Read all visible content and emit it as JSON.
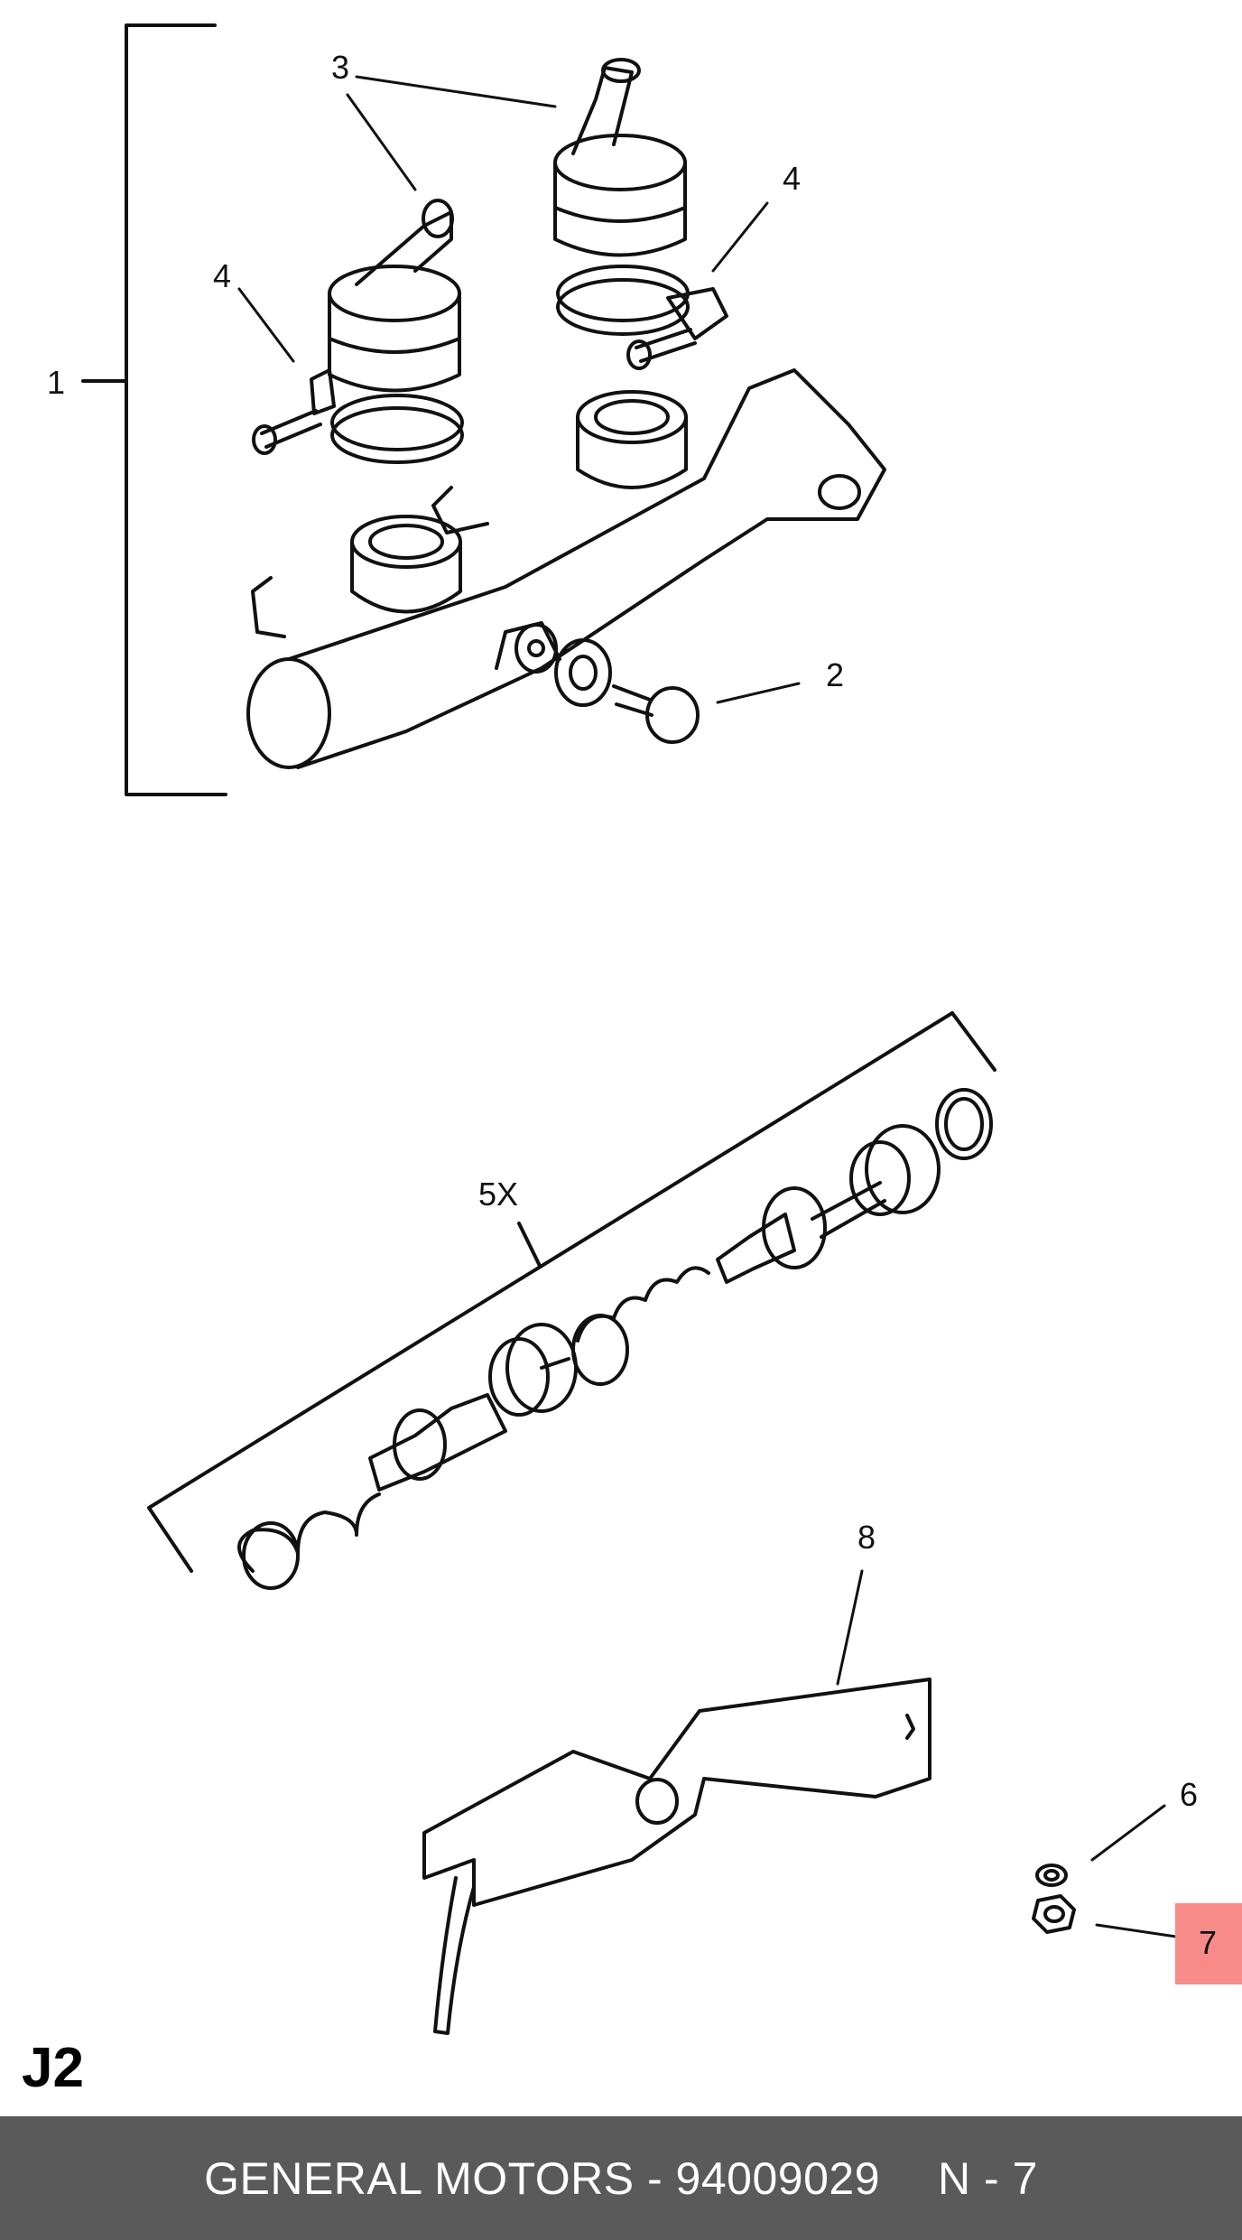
{
  "diagram": {
    "callouts": {
      "c1": "1",
      "c2": "2",
      "c3": "3",
      "c4a": "4",
      "c4b": "4",
      "c5": "5X",
      "c6": "6",
      "c7": "7",
      "c8": "8"
    },
    "section_code": "J2",
    "highlighted_callout": "7",
    "highlight_color": "#f88a8a"
  },
  "footer": {
    "text": "GENERAL MOTORS - 94009029",
    "page": "N - 7",
    "background": "#5a5a5a"
  }
}
